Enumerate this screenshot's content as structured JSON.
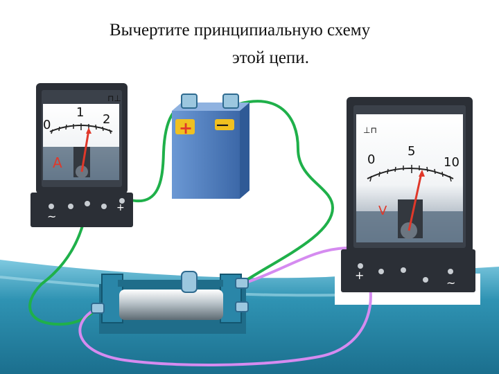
{
  "title": {
    "line1": "Вычертите принципиальную схему",
    "line2": "этой цепи."
  },
  "ammeter": {
    "scale": [
      "0",
      "1",
      "2"
    ],
    "symbol": "A",
    "plus_terminal": "+",
    "minus_terminal": "~",
    "corner_mark": "⊓⊥"
  },
  "battery": {
    "plus": "+",
    "minus": "—"
  },
  "voltmeter": {
    "scale": [
      "0",
      "5",
      "10"
    ],
    "symbol": "V",
    "plus_terminal": "+",
    "minus_terminal": "~",
    "corner_mark": "⊥⊓"
  },
  "colors": {
    "background_floor": "#2b8aa8",
    "meter_body": "#2b2f36",
    "wire_green": "#1fb04a",
    "wire_violet": "#d58bf0",
    "needle": "#e0382a",
    "battery_body": "#4f7ec0",
    "battery_plus_label": "#f0c020"
  }
}
